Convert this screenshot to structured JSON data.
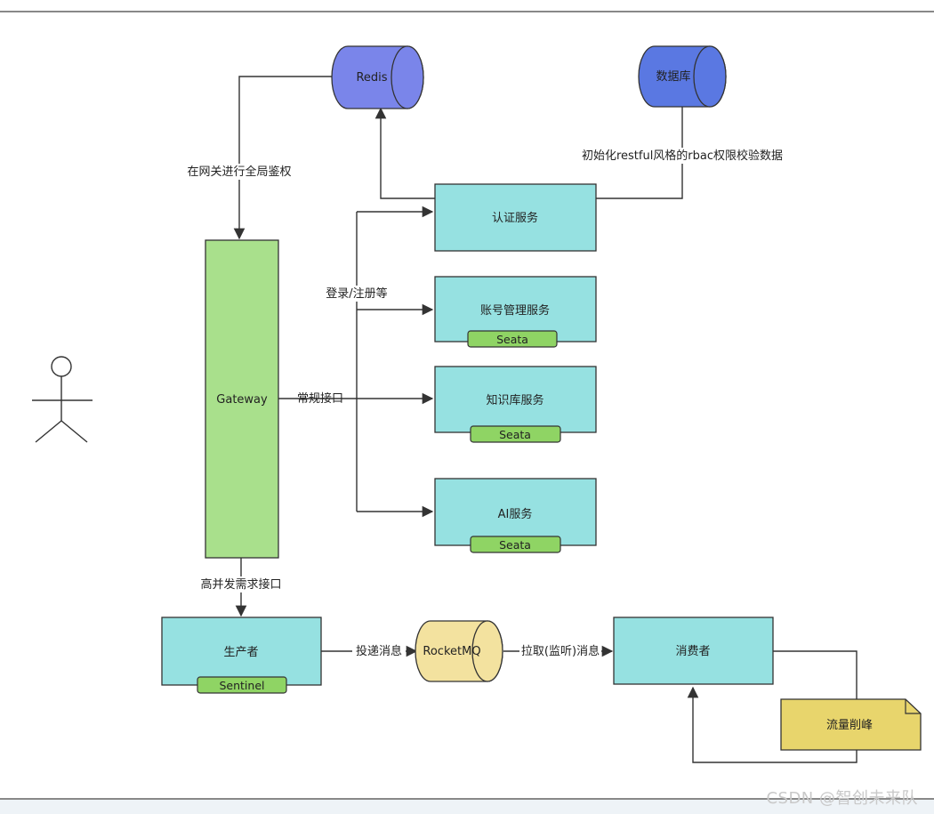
{
  "nodes": {
    "redis": "Redis",
    "database": "数据库",
    "auth_service": "认证服务",
    "account_service": "账号管理服务",
    "knowledge_service": "知识库服务",
    "ai_service": "AI服务",
    "gateway": "Gateway",
    "producer": "生产者",
    "rocketmq": "RocketMQ",
    "consumer": "消费者",
    "traffic_note": "流量削峰"
  },
  "badges": {
    "seata": "Seata",
    "sentinel": "Sentinel"
  },
  "edges": {
    "redis_to_gateway": "在网关进行全局鉴权",
    "db_to_auth": "初始化restful风格的rbac权限校验数据",
    "login_register": "登录/注册等",
    "regular_api": "常规接口",
    "high_concurrency": "高并发需求接口",
    "deliver_message": "投递消息",
    "pull_message": "拉取(监听)消息"
  },
  "watermark": "CSDN @智创未来队",
  "colors": {
    "service_fill": "#96e1e1",
    "gateway_fill": "#a9e08c",
    "badge_fill": "#8fd464",
    "redis_fill": "#7a85ea",
    "db_fill": "#5a78e2",
    "mq_fill": "#f3e29f",
    "note_fill": "#e8d56c",
    "stroke": "#333333"
  }
}
